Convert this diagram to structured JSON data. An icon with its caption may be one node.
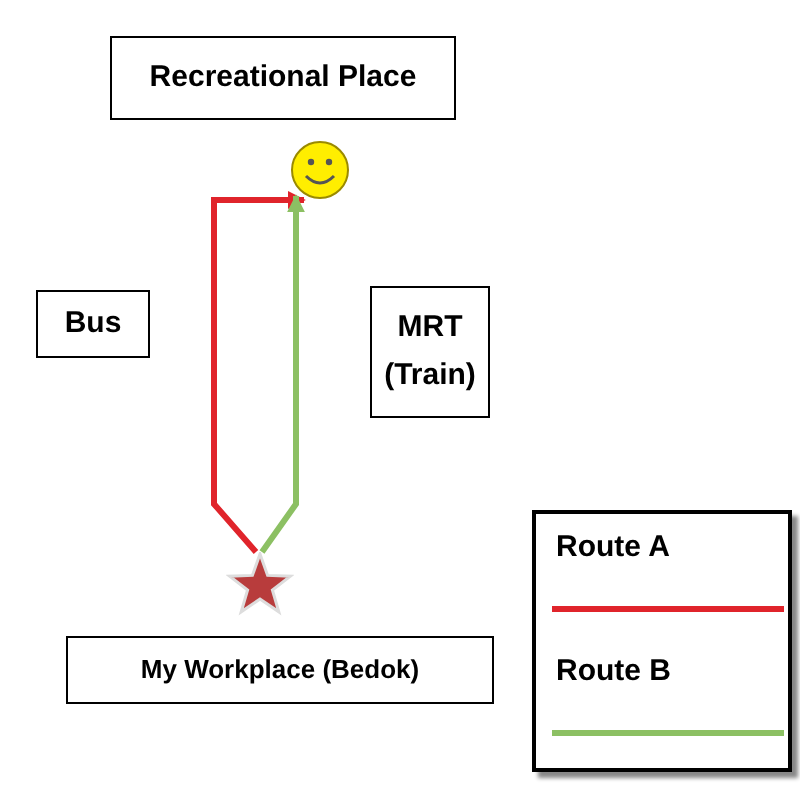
{
  "diagram": {
    "nodes": [
      {
        "text": [
          "Recreational Place"
        ]
      },
      {
        "text": [],
        "shape": "circle"
      },
      {
        "text": [
          "Bus"
        ]
      },
      {
        "text": [
          "MRT (Train)"
        ]
      },
      {
        "text": [],
        "shape": "star"
      },
      {
        "text": [
          "My Workplace (Bedok)"
        ]
      }
    ],
    "edges": [
      {
        "from": 4,
        "to": 1,
        "arrow": "to",
        "color": "#e0242b"
      },
      {
        "from": 4,
        "to": 1,
        "arrow": "to",
        "color": "#8cc063"
      }
    ],
    "legend": [
      {
        "text": "Route A",
        "color": "#e0242b"
      },
      {
        "text": "Route B",
        "color": "#8cc063"
      }
    ]
  }
}
